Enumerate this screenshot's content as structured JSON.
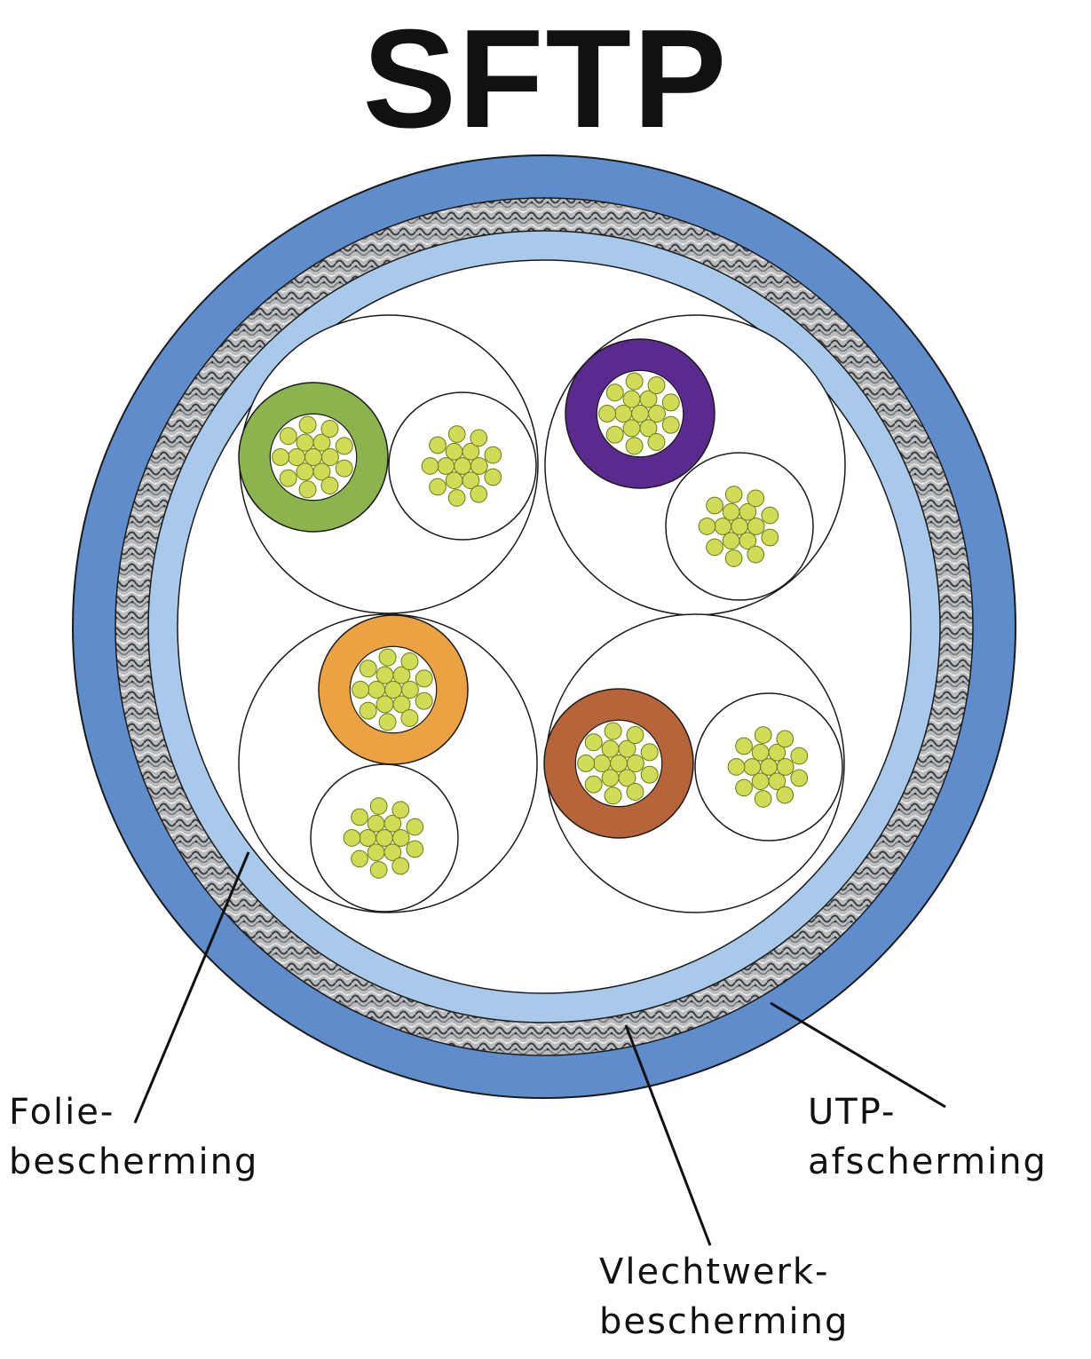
{
  "title": "SFTP",
  "labels": {
    "folie": {
      "line1": "Folie-",
      "line2": "bescherming"
    },
    "utp": {
      "line1": "UTP-",
      "line2": "afscherming"
    },
    "vlechtwerk": {
      "line1": "Vlechtwerk-",
      "line2": "bescherming"
    }
  },
  "colors": {
    "outer_jacket": "#5f8ccb",
    "braid": "#a4a6a8",
    "foil": "#a9c9ea",
    "conductor": "#d0dc55",
    "pair_1_insulated": "#8cb44e",
    "pair_2_insulated": "#5b2a8e",
    "pair_3_insulated": "#eba242",
    "pair_4_insulated": "#b8643a",
    "outline": "#1a1a1a"
  },
  "pairs": [
    {
      "name": "pair-green",
      "color": "#8cb44e"
    },
    {
      "name": "pair-purple",
      "color": "#5b2a8e"
    },
    {
      "name": "pair-orange",
      "color": "#eba242"
    },
    {
      "name": "pair-brown",
      "color": "#b8643a"
    }
  ]
}
